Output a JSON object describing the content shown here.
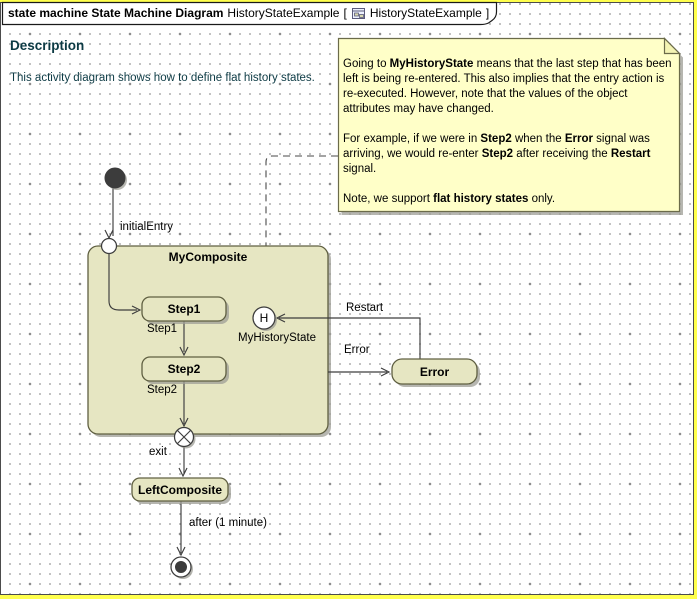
{
  "frame": {
    "bold_label": "state machine State Machine Diagram",
    "diagram_name": "HistoryStateExample",
    "context_open": "[",
    "context_name": "HistoryStateExample",
    "context_close": "]"
  },
  "description": {
    "title": "Description",
    "body": "This activity diagram shows how to define flat history states."
  },
  "note": {
    "paragraphs": [
      [
        {
          "t": "Going to ",
          "b": false
        },
        {
          "t": "MyHistoryState",
          "b": true
        },
        {
          "t": " means that the last step that has been left is being re-entered. This also implies that the entry action is re-executed. However, note that the values of the object attributes may have changed.",
          "b": false
        }
      ],
      [
        {
          "t": "For example, if we were in ",
          "b": false
        },
        {
          "t": "Step2",
          "b": true
        },
        {
          "t": " when the ",
          "b": false
        },
        {
          "t": "Error",
          "b": true
        },
        {
          "t": " signal was arriving, we would re-enter ",
          "b": false
        },
        {
          "t": "Step2",
          "b": true
        },
        {
          "t": " after receiving the ",
          "b": false
        },
        {
          "t": "Restart",
          "b": true
        },
        {
          "t": " signal.",
          "b": false
        }
      ],
      [
        {
          "t": "Note, we support ",
          "b": false
        },
        {
          "t": "flat history states",
          "b": true
        },
        {
          "t": " only.",
          "b": false
        }
      ]
    ]
  },
  "states": {
    "composite": "MyComposite",
    "step1": "Step1",
    "step2": "Step2",
    "error": "Error",
    "left_composite": "LeftComposite",
    "history_letter": "H",
    "history_label": "MyHistoryState"
  },
  "transitions": {
    "initial_entry": "initialEntry",
    "step1": "Step1",
    "step2": "Step2",
    "exit": "exit",
    "after": "after (1 minute)",
    "restart": "Restart",
    "error": "Error"
  },
  "colors": {
    "state_fill": "#e6e6c2",
    "state_border": "#5f5f41",
    "note_fill": "#ffffc8",
    "note_border": "#6b6b4a",
    "description_text": "#0c3a44",
    "line_color": "#3d3d3d",
    "page_edge": "#ffff4d",
    "shadow": "#9e9e96"
  }
}
